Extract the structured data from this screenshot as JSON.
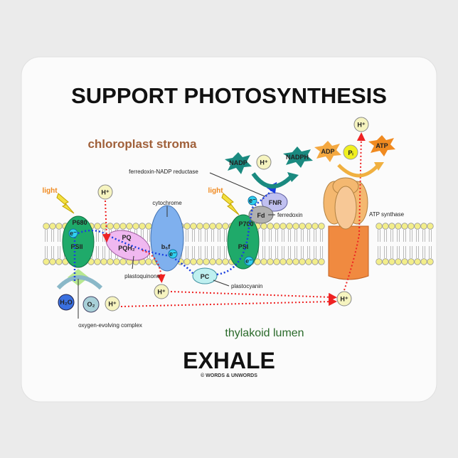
{
  "title": "SUPPORT PHOTOSYNTHESIS",
  "subtitle": "EXHALE",
  "copyright": "© WORDS & UNWORDS",
  "regions": {
    "stroma": "chloroplast stroma",
    "lumen": "thylakoid lumen"
  },
  "labels": {
    "light1": "light",
    "light2": "light",
    "fnr_label": "ferredoxin-NADP reductase",
    "cytochrome": "cytochrome",
    "ferredoxin": "ferredoxin",
    "atp_synthase": "ATP synthase",
    "plastoquinone": "plastoquinone",
    "plastocyanin": "plastocyanin",
    "oec": "oxygen-evolving complex"
  },
  "molecules": {
    "p680": "P680",
    "psii": "PSII",
    "pq": "PQ",
    "pqh2": "PQH₂",
    "b6f": "b₆f",
    "p700": "P700",
    "psi": "PSI",
    "fd": "Fd",
    "fnr": "FNR",
    "pc": "PC",
    "nadp": "NADP",
    "nadph": "NADPH",
    "adp": "ADP",
    "pi": "Pᵢ",
    "atp": "ATP",
    "h2o": "H₂O",
    "o2": "O₂",
    "hplus": "H⁺",
    "electron": "e⁻"
  },
  "colors": {
    "stroma": "#a0603a",
    "lumen": "#2a6a2a",
    "light": "#f08a20",
    "photosystem": "#1faa6a",
    "electron_path": "#1a3fe0",
    "proton_path": "#ee2222",
    "atp_synthase": "#f08a40"
  }
}
